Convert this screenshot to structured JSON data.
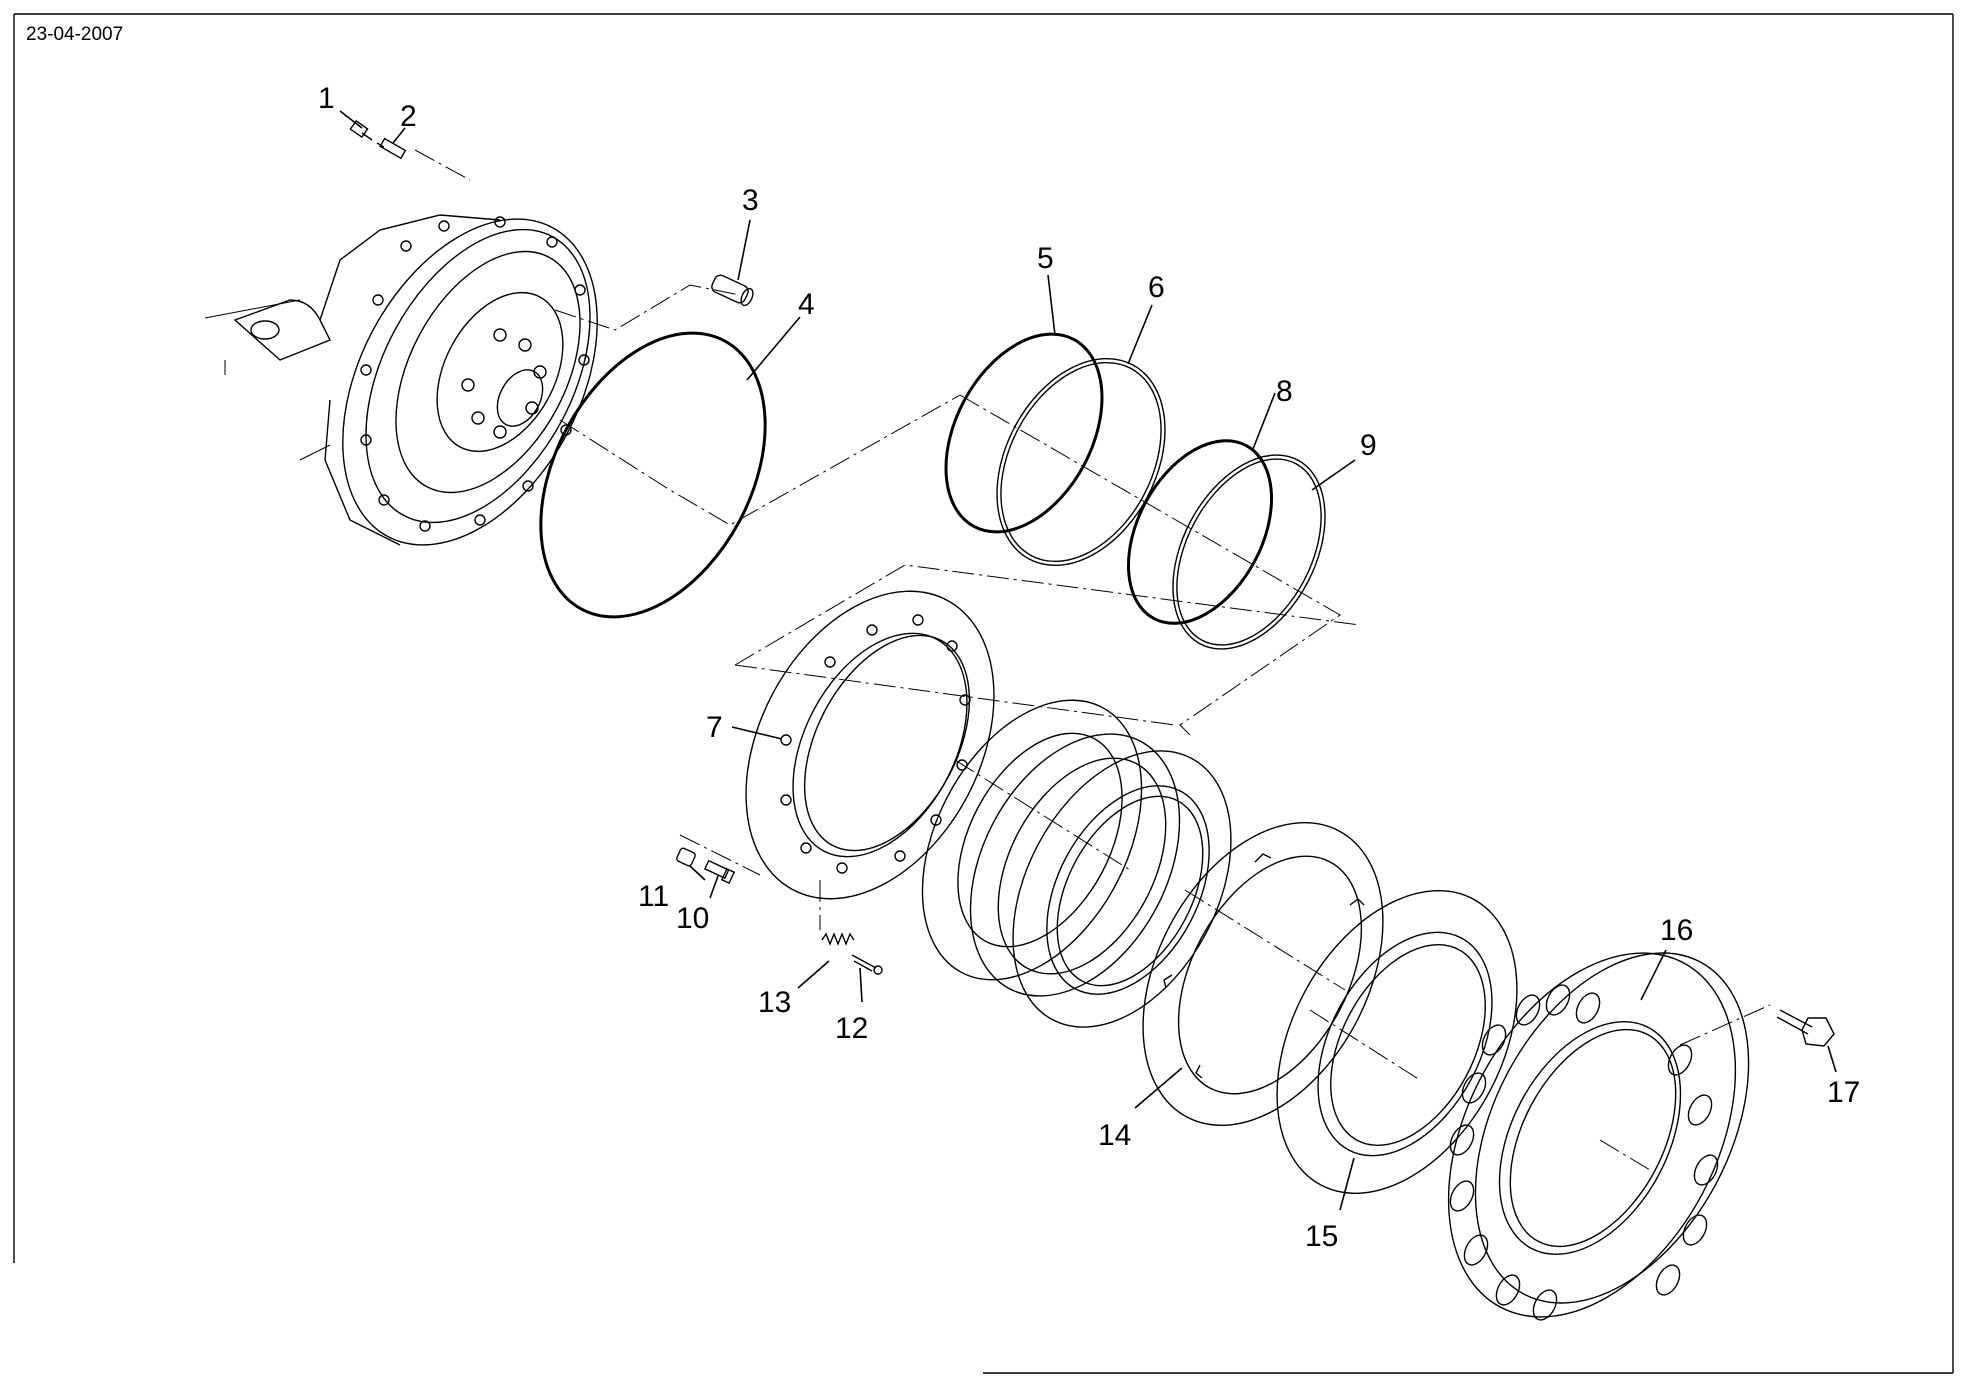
{
  "header": {
    "date": "23-04-2007"
  },
  "callouts": [
    "1",
    "2",
    "3",
    "4",
    "5",
    "6",
    "7",
    "8",
    "9",
    "10",
    "11",
    "12",
    "13",
    "14",
    "15",
    "16",
    "17"
  ],
  "colors": {
    "line": "#000000",
    "background": "#ffffff"
  }
}
